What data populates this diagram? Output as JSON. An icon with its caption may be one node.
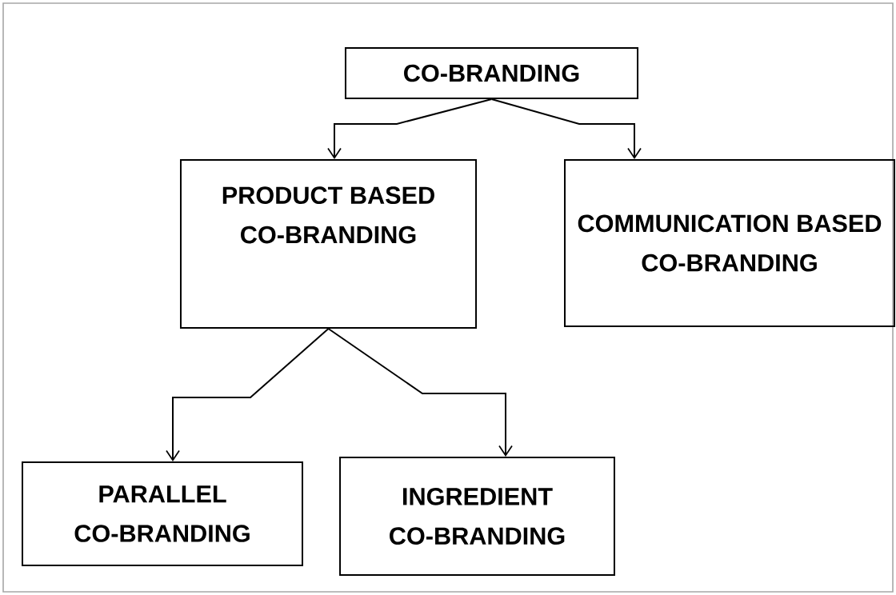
{
  "diagram": {
    "nodes": [
      {
        "text": [
          "CO-BRANDING"
        ]
      },
      {
        "text": [
          "PRODUCT BASED CO-BRANDING"
        ]
      },
      {
        "text": [
          "COMMUNICATION BASED CO-BRANDING"
        ]
      },
      {
        "text": [
          "PARALLEL CO-BRANDING"
        ]
      },
      {
        "text": [
          "INGREDIENT CO-BRANDING"
        ]
      }
    ],
    "edges": [
      {
        "from": 0,
        "to": 1,
        "arrow": "to"
      },
      {
        "from": 0,
        "to": 2,
        "arrow": "to"
      },
      {
        "from": 1,
        "to": 3,
        "arrow": "to"
      },
      {
        "from": 1,
        "to": 4,
        "arrow": "to"
      }
    ]
  }
}
